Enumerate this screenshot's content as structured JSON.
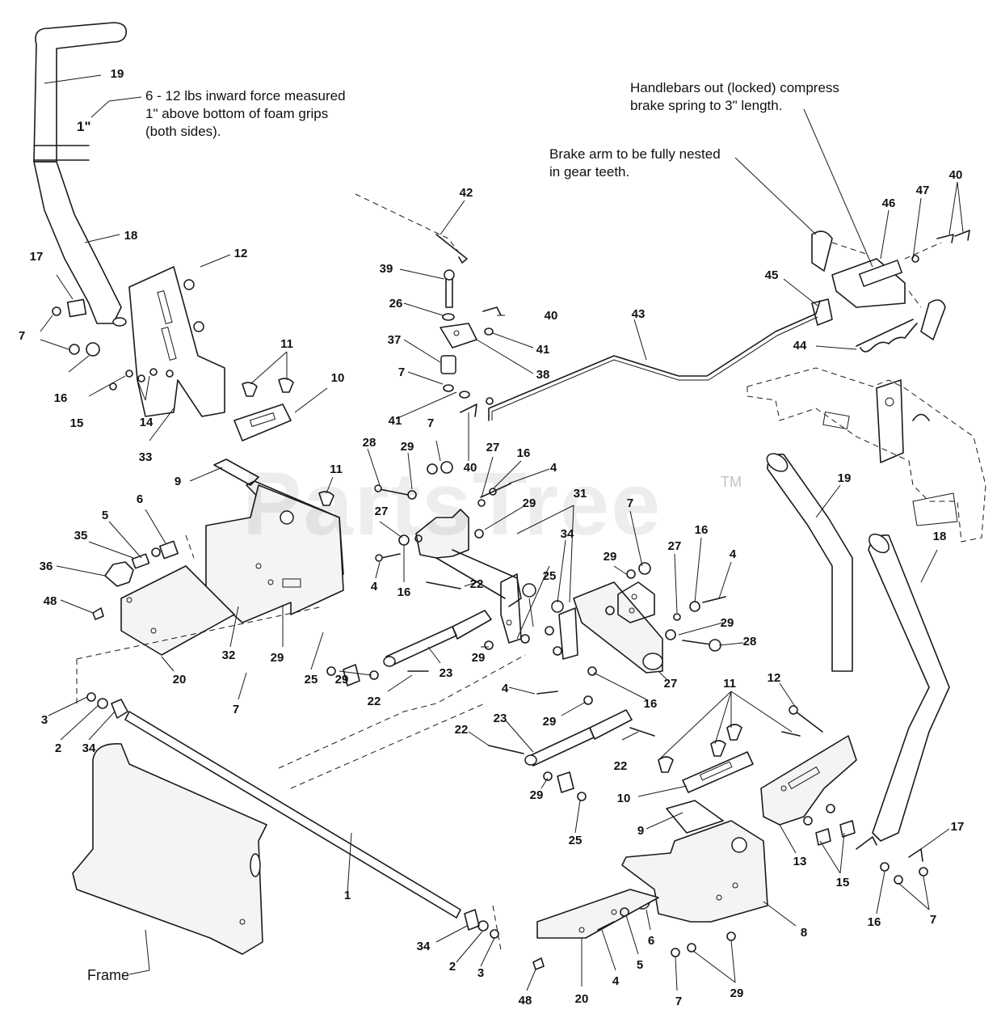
{
  "notes": {
    "force": [
      "6 - 12 lbs inward force measured",
      "1\" above bottom of foam grips",
      "(both sides)."
    ],
    "inch": "1\"",
    "handlebars": [
      "Handlebars out (locked) compress",
      "brake spring to 3\" length."
    ],
    "brake_arm": [
      "Brake arm to be fully nested",
      "in gear teeth."
    ],
    "frame": "Frame",
    "watermark": "PartsTree",
    "trademark": "TM"
  },
  "callouts": [
    {
      "id": "c19a",
      "num": "19"
    },
    {
      "id": "c18a",
      "num": "18"
    },
    {
      "id": "c17a",
      "num": "17"
    },
    {
      "id": "c12a",
      "num": "12"
    },
    {
      "id": "c7a",
      "num": "7"
    },
    {
      "id": "c16a",
      "num": "16"
    },
    {
      "id": "c15a",
      "num": "15"
    },
    {
      "id": "c14a",
      "num": "14"
    },
    {
      "id": "c33",
      "num": "33"
    },
    {
      "id": "c11a",
      "num": "11"
    },
    {
      "id": "c10a",
      "num": "10"
    },
    {
      "id": "c9a",
      "num": "9"
    },
    {
      "id": "c11b",
      "num": "11"
    },
    {
      "id": "c6a",
      "num": "6"
    },
    {
      "id": "c5a",
      "num": "5"
    },
    {
      "id": "c35",
      "num": "35"
    },
    {
      "id": "c36",
      "num": "36"
    },
    {
      "id": "c48a",
      "num": "48"
    },
    {
      "id": "c32",
      "num": "32"
    },
    {
      "id": "c20a",
      "num": "20"
    },
    {
      "id": "c7b",
      "num": "7"
    },
    {
      "id": "c29a",
      "num": "29"
    },
    {
      "id": "c25a",
      "num": "25"
    },
    {
      "id": "c29b",
      "num": "29"
    },
    {
      "id": "c3a",
      "num": "3"
    },
    {
      "id": "c2a",
      "num": "2"
    },
    {
      "id": "c34a",
      "num": "34"
    },
    {
      "id": "c42",
      "num": "42"
    },
    {
      "id": "c39",
      "num": "39"
    },
    {
      "id": "c26",
      "num": "26"
    },
    {
      "id": "c37",
      "num": "37"
    },
    {
      "id": "c7c",
      "num": "7"
    },
    {
      "id": "c41a",
      "num": "41"
    },
    {
      "id": "c40a",
      "num": "40"
    },
    {
      "id": "c41b",
      "num": "41"
    },
    {
      "id": "c38",
      "num": "38"
    },
    {
      "id": "c7d",
      "num": "7"
    },
    {
      "id": "c40b",
      "num": "40"
    },
    {
      "id": "c28a",
      "num": "28"
    },
    {
      "id": "c29c",
      "num": "29"
    },
    {
      "id": "c27a",
      "num": "27"
    },
    {
      "id": "c16b",
      "num": "16"
    },
    {
      "id": "c4a",
      "num": "4"
    },
    {
      "id": "c29d",
      "num": "29"
    },
    {
      "id": "c31",
      "num": "31"
    },
    {
      "id": "c27b",
      "num": "27"
    },
    {
      "id": "c4b",
      "num": "4"
    },
    {
      "id": "c16c",
      "num": "16"
    },
    {
      "id": "c22a",
      "num": "22"
    },
    {
      "id": "c34b",
      "num": "34"
    },
    {
      "id": "c25b",
      "num": "25"
    },
    {
      "id": "c29e",
      "num": "29"
    },
    {
      "id": "c23a",
      "num": "23"
    },
    {
      "id": "c22b",
      "num": "22"
    },
    {
      "id": "c43",
      "num": "43"
    },
    {
      "id": "c45",
      "num": "45"
    },
    {
      "id": "c46",
      "num": "46"
    },
    {
      "id": "c47",
      "num": "47"
    },
    {
      "id": "c40c",
      "num": "40"
    },
    {
      "id": "c44",
      "num": "44"
    },
    {
      "id": "c19b",
      "num": "19"
    },
    {
      "id": "c18b",
      "num": "18"
    },
    {
      "id": "c7e",
      "num": "7"
    },
    {
      "id": "c29f",
      "num": "29"
    },
    {
      "id": "c27c",
      "num": "27"
    },
    {
      "id": "c16d",
      "num": "16"
    },
    {
      "id": "c4c",
      "num": "4"
    },
    {
      "id": "c29g",
      "num": "29"
    },
    {
      "id": "c28b",
      "num": "28"
    },
    {
      "id": "c27d",
      "num": "27"
    },
    {
      "id": "c16e",
      "num": "16"
    },
    {
      "id": "c4d",
      "num": "4"
    },
    {
      "id": "c29h",
      "num": "29"
    },
    {
      "id": "c23b",
      "num": "23"
    },
    {
      "id": "c22c",
      "num": "22"
    },
    {
      "id": "c22d",
      "num": "22"
    },
    {
      "id": "c29i",
      "num": "29"
    },
    {
      "id": "c25c",
      "num": "25"
    },
    {
      "id": "c11c",
      "num": "11"
    },
    {
      "id": "c12b",
      "num": "12"
    },
    {
      "id": "c10b",
      "num": "10"
    },
    {
      "id": "c9b",
      "num": "9"
    },
    {
      "id": "c13",
      "num": "13"
    },
    {
      "id": "c15b",
      "num": "15"
    },
    {
      "id": "c17b",
      "num": "17"
    },
    {
      "id": "c16f",
      "num": "16"
    },
    {
      "id": "c7f",
      "num": "7"
    },
    {
      "id": "c8",
      "num": "8"
    },
    {
      "id": "c1",
      "num": "1"
    },
    {
      "id": "c34c",
      "num": "34"
    },
    {
      "id": "c2b",
      "num": "2"
    },
    {
      "id": "c3b",
      "num": "3"
    },
    {
      "id": "c48b",
      "num": "48"
    },
    {
      "id": "c20b",
      "num": "20"
    },
    {
      "id": "c4e",
      "num": "4"
    },
    {
      "id": "c5b",
      "num": "5"
    },
    {
      "id": "c6b",
      "num": "6"
    },
    {
      "id": "c7g",
      "num": "7"
    },
    {
      "id": "c29j",
      "num": "29"
    }
  ]
}
